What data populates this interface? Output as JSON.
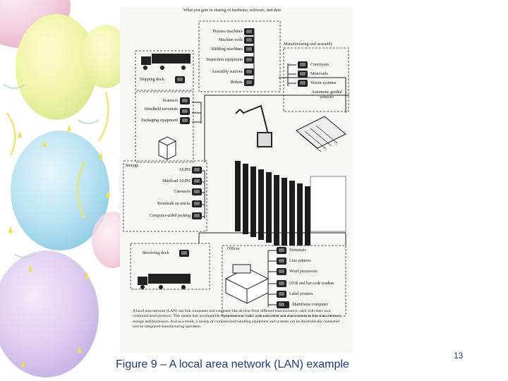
{
  "slide": {
    "caption": "Figure 9 – A local area network (LAN) example",
    "page_number": "13"
  },
  "figure": {
    "header": "What you gain in sharing of hardware, software, and data",
    "shipping": {
      "dock": "Shipping dock"
    },
    "machines": [
      "Process machines",
      "Machine tools",
      "Welding machines",
      "Inspection equipment",
      "Assembly stations",
      "Robots"
    ],
    "manufacturing": {
      "title": "Manufacturing and assembly",
      "items": [
        "Conveyors",
        "Monorails",
        "Vision systems",
        "Automatic guided vehicles"
      ]
    },
    "collection": [
      "Scanners",
      "Handheld terminals",
      "Packaging equipment"
    ],
    "storage": {
      "title": "Storage",
      "items": [
        "AS/RS",
        "Miniload AS/RS",
        "Carousels",
        "Terminals on trucks",
        "Computer-aided picking"
      ]
    },
    "receiving": {
      "dock": "Receiving dock"
    },
    "offices": {
      "title": "Offices",
      "items": [
        "Terminals",
        "Line printers",
        "Word processors",
        "OCR and bar code readers",
        "Label printers",
        "Mainframe computer"
      ]
    },
    "note": "A local area network (LAN) can link computers and computer-like devices from different manufacturers, each with their own communication protocol. This means that incompatible equipment can \"talk\" with each other and share resources like mass memory storage and processors. And as a result, a variety of computerized handling equipment and systems can be electronically connected into an integrated manufacturing operation."
  }
}
